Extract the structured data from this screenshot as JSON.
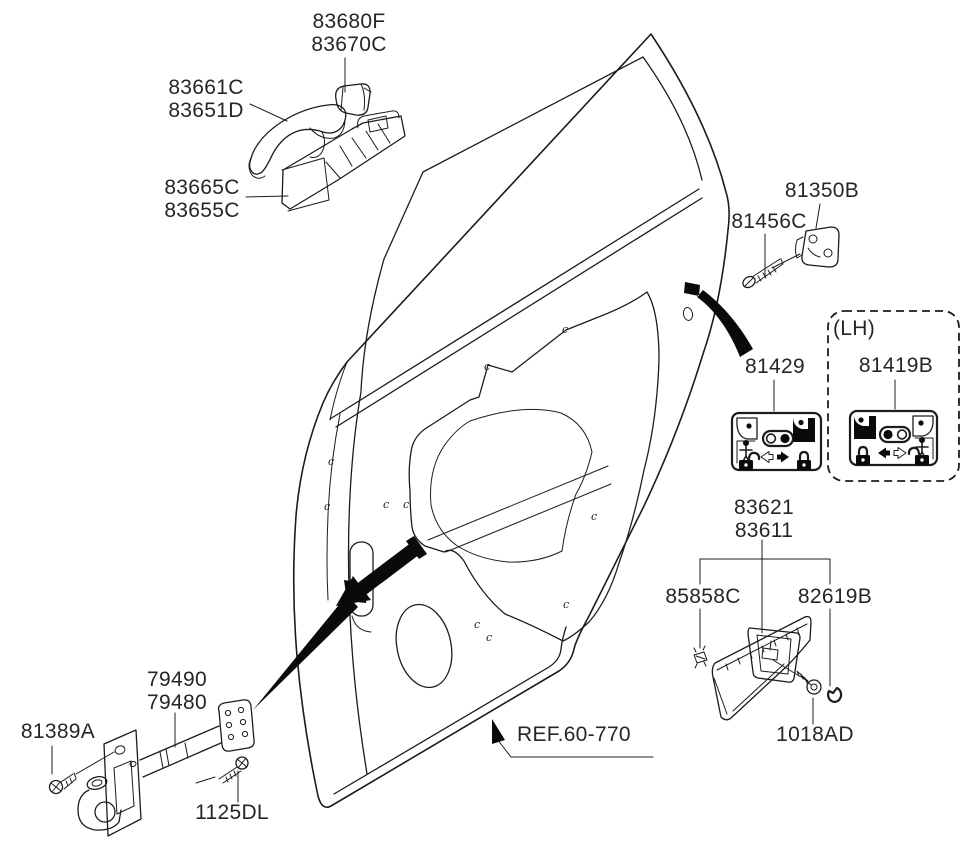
{
  "colors": {
    "background": "#ffffff",
    "line": "#1c1c1c",
    "label_text": "#262626",
    "solid_fill": "#0a0a0a"
  },
  "figure": {
    "ref_label": "REF.60-770",
    "lh_tag": "(LH)",
    "clip_symbol": "c",
    "parts": [
      {
        "id": "outside-handle-cap",
        "lines": [
          "83680F",
          "83670C"
        ]
      },
      {
        "id": "outside-handle",
        "lines": [
          "83661C",
          "83651D"
        ]
      },
      {
        "id": "outside-handle-base",
        "lines": [
          "83665C",
          "83655C"
        ]
      },
      {
        "id": "door-striker",
        "lines": [
          "81350B"
        ]
      },
      {
        "id": "striker-screw",
        "lines": [
          "81456C"
        ]
      },
      {
        "id": "child-lock-label-rh",
        "lines": [
          "81429"
        ]
      },
      {
        "id": "child-lock-label-lh",
        "lines": [
          "81419B"
        ]
      },
      {
        "id": "inside-handle",
        "lines": [
          "83621",
          "83611"
        ]
      },
      {
        "id": "trim-clip",
        "lines": [
          "85858C"
        ]
      },
      {
        "id": "bezel-ring",
        "lines": [
          "82619B"
        ]
      },
      {
        "id": "trim-screw",
        "lines": [
          "1018AD"
        ]
      },
      {
        "id": "door-checker",
        "lines": [
          "79490",
          "79480"
        ]
      },
      {
        "id": "checker-bolt",
        "lines": [
          "81389A"
        ]
      },
      {
        "id": "body-side-bolt",
        "lines": [
          "1125DL"
        ]
      }
    ],
    "icons": {
      "padlock_closed": "locked-padlock-pictogram",
      "padlock_open": "unlocked-padlock-pictogram",
      "person": "person-pictogram",
      "lock_slider": "pill-slider-pictogram",
      "arrow_solid": "solid-direction-arrow",
      "arrow_outline": "outline-direction-arrow"
    }
  }
}
